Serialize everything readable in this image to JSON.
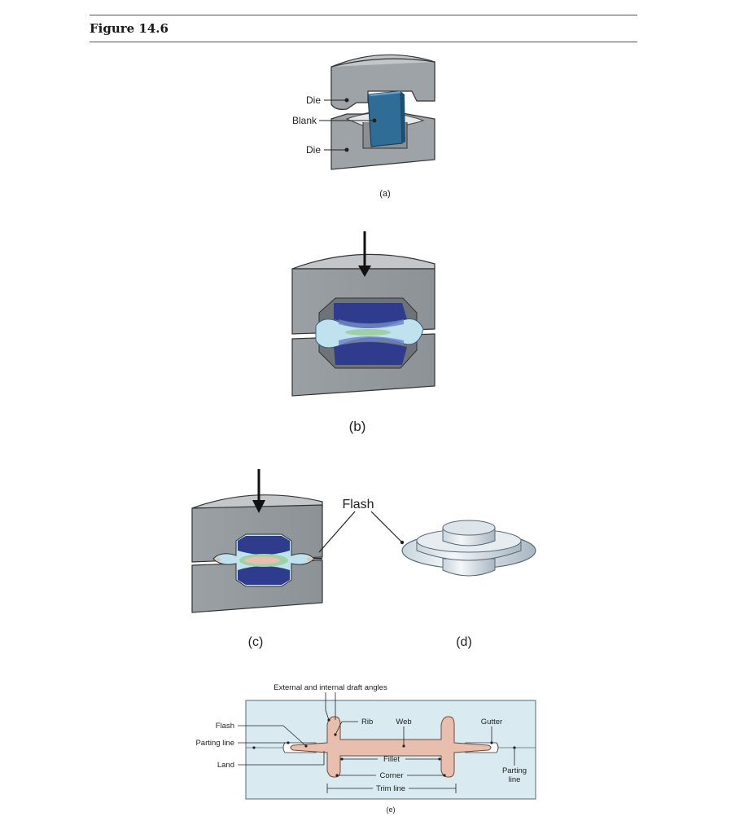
{
  "figure_title": "Figure 14.6",
  "panel_a": {
    "caption": "(a)",
    "labels": {
      "die_top": "Die",
      "blank": "Blank",
      "die_bottom": "Die"
    }
  },
  "panel_b": {
    "caption": "(b)"
  },
  "panel_c": {
    "caption": "(c)",
    "flash_label": "Flash"
  },
  "panel_d": {
    "caption": "(d)"
  },
  "panel_e": {
    "caption": "(e)",
    "labels": {
      "draft_angles": "External and internal draft angles",
      "flash": "Flash",
      "parting_line_left": "Parting line",
      "land": "Land",
      "rib": "Rib",
      "web": "Web",
      "gutter": "Gutter",
      "fillet": "Fillet",
      "corner": "Corner",
      "trim_line": "Trim line",
      "parting_line_right_1": "Parting",
      "parting_line_right_2": "line"
    }
  },
  "colors": {
    "die_face": "#9fa4a8",
    "die_top": "#c4c7ca",
    "blank": "#2f6d96",
    "workpiece_outer": "#bfdde8",
    "workpiece_core": "#2e3a8a",
    "forging": "#e8bfae",
    "panel_e_bg": "#d9ebf1"
  }
}
